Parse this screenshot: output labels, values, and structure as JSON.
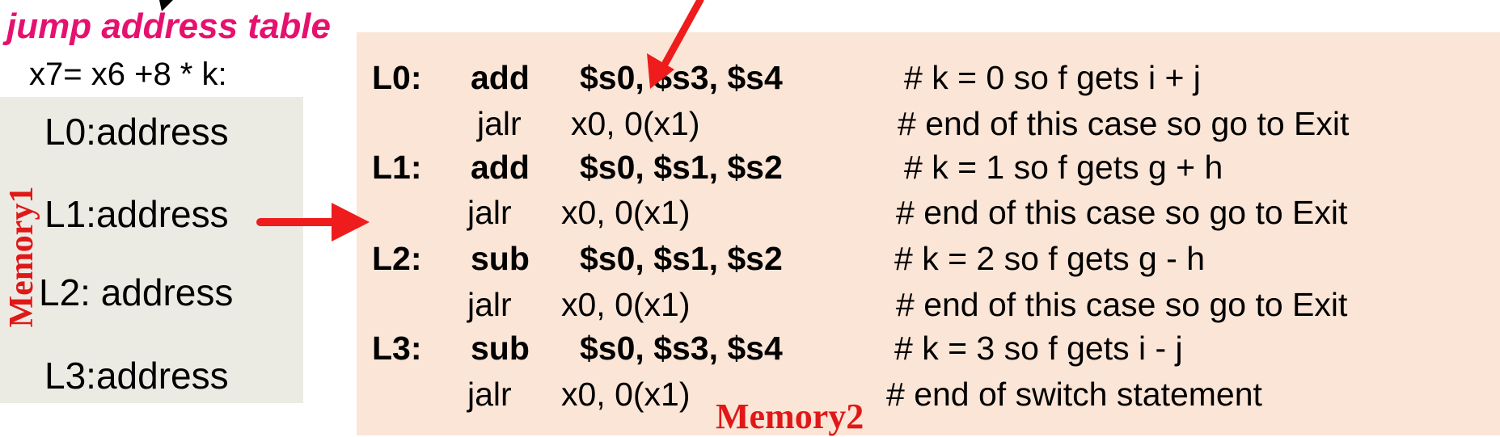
{
  "title": "jump address table",
  "formula": "x7= x6 +8 * k:",
  "memory1": {
    "label": "Memory1",
    "entries": [
      "L0:address",
      "L1:address",
      "L2: address",
      "L3:address"
    ]
  },
  "memory2": {
    "label": "Memory2",
    "rows": [
      {
        "label": "L0:",
        "op": "add",
        "regs": "$s0, $s3, $s4",
        "comment": "# k  =  0  so  f  gets  i  +  j"
      },
      {
        "jop": "jalr",
        "jarg": "x0, 0(x1)",
        "comment": "# end of this case so go to Exit"
      },
      {
        "label": "L1:",
        "op": "add",
        "regs": "$s0, $s1, $s2",
        "comment": "# k  =  1  so  f  gets  g  +  h"
      },
      {
        "jop": "jalr",
        "jarg": "x0, 0(x1)",
        "comment": "# end of this case so go to Exit"
      },
      {
        "label": "L2:",
        "op": "sub",
        "regs": "$s0, $s1, $s2",
        "comment": "# k  =  2  so  f  gets  g  -  h"
      },
      {
        "jop": "jalr",
        "jarg": "x0, 0(x1)",
        "comment": "# end of this case so go to Exit"
      },
      {
        "label": "L3:",
        "op": "sub",
        "regs": "$s0, $s3, $s4",
        "comment": "# k  =  3  so  f  gets  i  -  j"
      },
      {
        "jop": "jalr",
        "jarg": "x0, 0(x1)",
        "comment": "# end of  switch statement"
      }
    ]
  },
  "colors": {
    "title": "#e6106e",
    "arrow": "#ee1c1c",
    "memory1_bg": "#ecebe3",
    "memory2_bg": "#fbe5d6",
    "memory_label": "#e01818"
  }
}
